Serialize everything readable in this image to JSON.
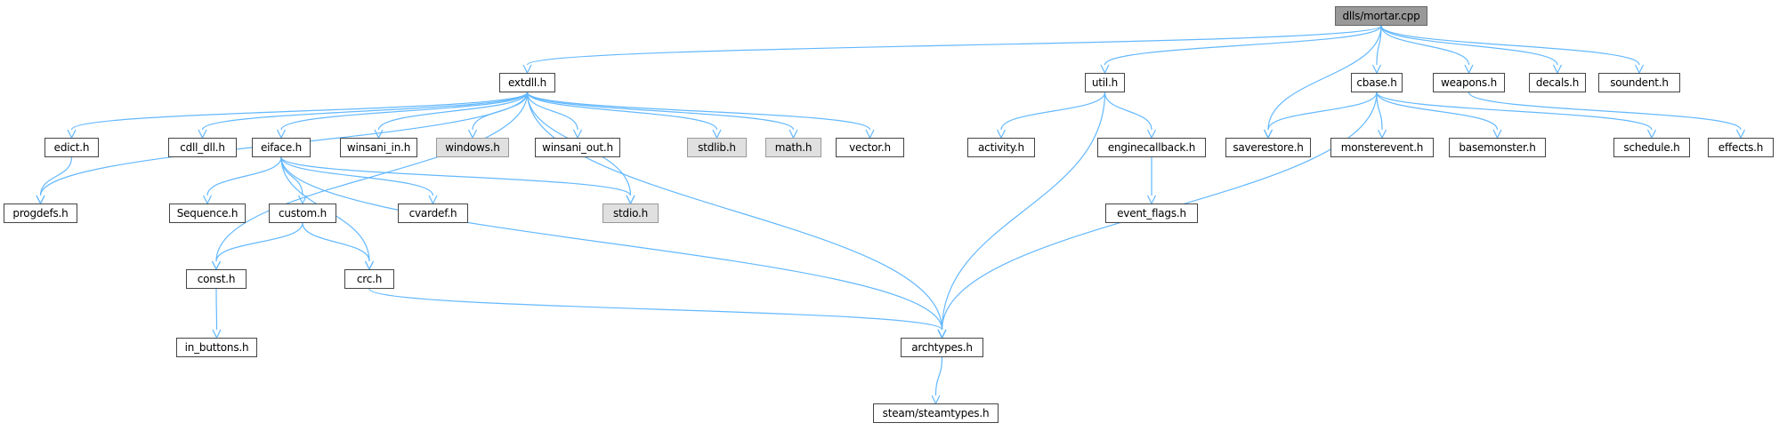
{
  "colors": {
    "edge": "#63b8ff",
    "border": "#444444",
    "root_fill": "#999999",
    "system_fill": "#e0e0e0"
  },
  "nodes": {
    "mortar": "dlls/mortar.cpp",
    "extdll": "extdll.h",
    "util": "util.h",
    "cbase": "cbase.h",
    "weapons": "weapons.h",
    "decals": "decals.h",
    "soundent": "soundent.h",
    "edict": "edict.h",
    "cdll_dll": "cdll_dll.h",
    "eiface": "eiface.h",
    "winsani_in": "winsani_in.h",
    "windows": "windows.h",
    "winsani_out": "winsani_out.h",
    "stdlib": "stdlib.h",
    "math": "math.h",
    "vector": "vector.h",
    "activity": "activity.h",
    "enginecallback": "enginecallback.h",
    "saverestore": "saverestore.h",
    "monsterevent": "monsterevent.h",
    "basemonster": "basemonster.h",
    "schedule": "schedule.h",
    "effects": "effects.h",
    "progdefs": "progdefs.h",
    "sequence": "Sequence.h",
    "custom": "custom.h",
    "cvardef": "cvardef.h",
    "stdio": "stdio.h",
    "event_flags": "event_flags.h",
    "const": "const.h",
    "crc": "crc.h",
    "in_buttons": "in_buttons.h",
    "archtypes": "archtypes.h",
    "steamtypes": "steam/steamtypes.h"
  },
  "edges": [
    [
      "mortar",
      "extdll"
    ],
    [
      "mortar",
      "util"
    ],
    [
      "mortar",
      "saverestore"
    ],
    [
      "mortar",
      "cbase"
    ],
    [
      "mortar",
      "weapons"
    ],
    [
      "mortar",
      "decals"
    ],
    [
      "mortar",
      "soundent"
    ],
    [
      "extdll",
      "progdefs"
    ],
    [
      "extdll",
      "edict"
    ],
    [
      "extdll",
      "cdll_dll"
    ],
    [
      "extdll",
      "eiface"
    ],
    [
      "extdll",
      "winsani_in"
    ],
    [
      "extdll",
      "windows"
    ],
    [
      "extdll",
      "winsani_out"
    ],
    [
      "extdll",
      "stdlib"
    ],
    [
      "extdll",
      "math"
    ],
    [
      "extdll",
      "vector"
    ],
    [
      "extdll",
      "const"
    ],
    [
      "extdll",
      "stdio"
    ],
    [
      "extdll",
      "archtypes"
    ],
    [
      "edict",
      "progdefs"
    ],
    [
      "eiface",
      "sequence"
    ],
    [
      "eiface",
      "custom"
    ],
    [
      "eiface",
      "cvardef"
    ],
    [
      "eiface",
      "crc"
    ],
    [
      "eiface",
      "stdio"
    ],
    [
      "eiface",
      "archtypes"
    ],
    [
      "custom",
      "const"
    ],
    [
      "custom",
      "crc"
    ],
    [
      "const",
      "in_buttons"
    ],
    [
      "crc",
      "archtypes"
    ],
    [
      "archtypes",
      "steamtypes"
    ],
    [
      "util",
      "activity"
    ],
    [
      "util",
      "enginecallback"
    ],
    [
      "util",
      "archtypes"
    ],
    [
      "enginecallback",
      "event_flags"
    ],
    [
      "cbase",
      "saverestore"
    ],
    [
      "cbase",
      "monsterevent"
    ],
    [
      "cbase",
      "basemonster"
    ],
    [
      "cbase",
      "schedule"
    ],
    [
      "cbase",
      "archtypes"
    ],
    [
      "weapons",
      "effects"
    ]
  ]
}
